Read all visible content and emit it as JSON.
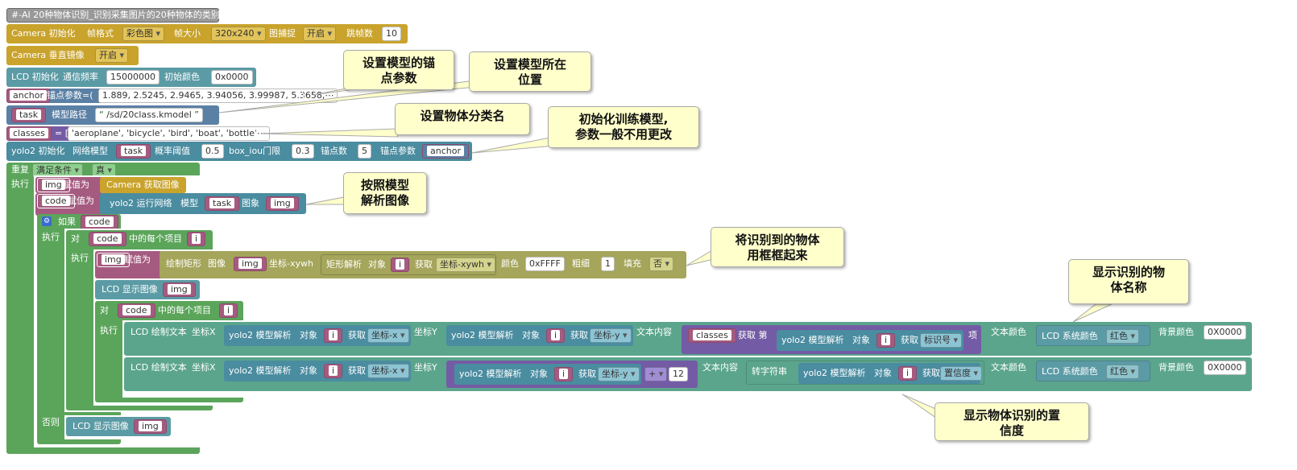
{
  "comment_block": "#-AI 20种物体识别_识别采集图片的20种物体的类别",
  "camera_init": {
    "label": "Camera 初始化",
    "format_label": "帧格式",
    "format_value": "彩色图",
    "size_label": "帧大小",
    "size_value": "320x240",
    "capture_label": "图捕捉",
    "capture_value": "开启",
    "skip_label": "跳帧数",
    "skip_value": "10"
  },
  "camera_mirror": {
    "label": "Camera 垂直镜像",
    "value": "开启"
  },
  "lcd_init": {
    "label": "LCD 初始化",
    "freq_label": "通信频率",
    "freq_value": "15000000",
    "color_label": "初始颜色",
    "color_value": "0x0000"
  },
  "anchor": {
    "var": "anchor",
    "label": "锚点参数=(",
    "value": "1.889, 2.5245, 2.9465, 3.94056, 3.99987, 5.3658,⋯",
    "close": ")"
  },
  "task": {
    "var": "task",
    "label": "模型路径",
    "value": "/sd/20class.kmodel"
  },
  "classes": {
    "var": "classes",
    "label": "= [",
    "value": "'aeroplane', 'bicycle', 'bird', 'boat', 'bottle'⋯",
    "close": "]"
  },
  "yolo_init": {
    "label": "yolo2 初始化",
    "net_label": "网络模型",
    "net_var": "task",
    "prob_label": "概率阈值",
    "prob_value": "0.5",
    "iou_label": "box_iou门限",
    "iou_value": "0.3",
    "anchor_num_label": "锚点数",
    "anchor_num_value": "5",
    "anchor_param_label": "锚点参数",
    "anchor_param_var": "anchor"
  },
  "loop": {
    "repeat_label": "重复",
    "condition_value": "满足条件",
    "bool_value": "真",
    "do_label": "执行",
    "img_var": "img",
    "assign_label": "赋值为",
    "camera_snapshot": "Camera 获取图像",
    "code_var": "code",
    "yolo_run_label": "yolo2 运行网络",
    "model_label": "模型",
    "image_label": "图象",
    "if_label": "如果",
    "else_label": "否则",
    "for_label": "对",
    "each_label": "中的每个项目",
    "i_var": "i",
    "draw_rect_label": "绘制矩形",
    "image_word": "图像",
    "xywh_label": "坐标-xywh",
    "rect_parse_label": "矩形解析",
    "object_label": "对象",
    "get_label": "获取",
    "xywh_value": "坐标-xywh",
    "color_label": "颜色",
    "color_value": "0xFFFF",
    "thick_label": "粗细",
    "thick_value": "1",
    "fill_label": "填充",
    "fill_value": "否",
    "lcd_show": "LCD 显示图像",
    "lcd_draw_text": "LCD 绘制文本",
    "x_label": "坐标X",
    "y_label": "坐标Y",
    "yolo_parse": "yolo2 模型解析",
    "x_value": "坐标-x",
    "y_value": "坐标-y",
    "content_label": "文本内容",
    "classes_var": "classes",
    "get_nth": "获取 第",
    "class_id_value": "标识号",
    "item_label": "项",
    "text_color_label": "文本颜色",
    "sys_color_label": "LCD 系统颜色",
    "red_value": "红色",
    "bg_color_label": "背景颜色",
    "bg_value": "0X0000",
    "plus_value": "+",
    "twelve_value": "12",
    "to_str_label": "转字符串",
    "conf_value": "置信度"
  },
  "tooltips": {
    "t1": "设置模型的锚\n点参数",
    "t2": "设置模型所在\n位置",
    "t3": "设置物体分类名",
    "t4": "初始化训练模型,\n参数一般不用更改",
    "t5": "按照模型\n解析图像",
    "t6": "将识别到的物体\n用框框起来",
    "t7": "显示识别的物\n体名称",
    "t8": "显示物体识别的置\n信度"
  }
}
